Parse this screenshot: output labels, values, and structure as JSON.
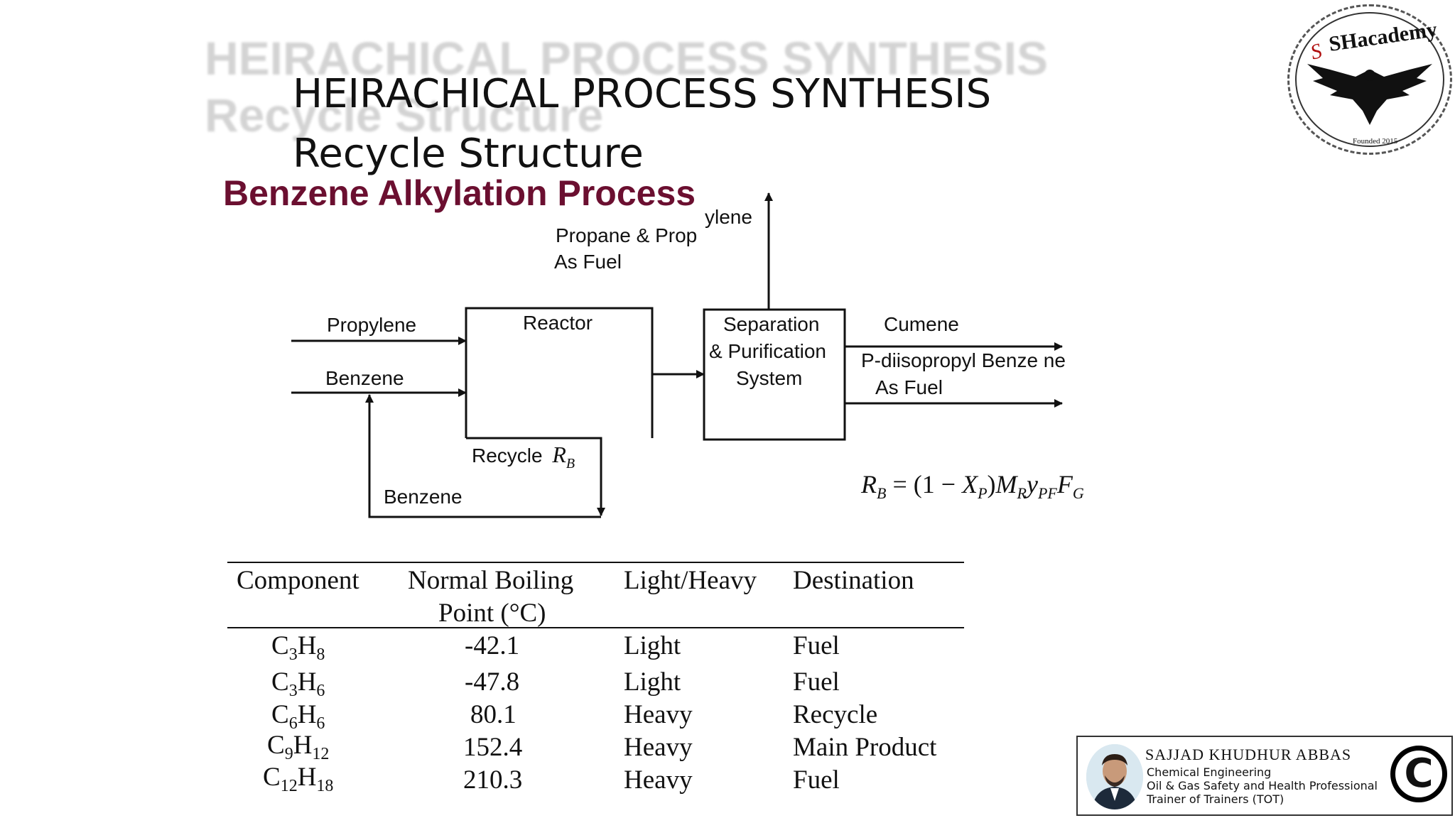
{
  "slide": {
    "ghost_line1": "HEIRACHICAL PROCESS SYNTHESIS",
    "ghost_line2": "Recycle Structure",
    "title": "HEIRACHICAL PROCESS SYNTHESIS",
    "subtitle": "Recycle Structure",
    "process_name": "Benzene Alkylation Process"
  },
  "diagram": {
    "top_stream_line1a": "Propane & Prop",
    "top_stream_line1b": "ylene",
    "top_stream_line2": "As Fuel",
    "feed1": "Propylene",
    "feed2": "Benzene",
    "reactor": "Reactor",
    "separator_line1": "Separation",
    "separator_line2": "& Purification",
    "separator_line3": "System",
    "product": "Cumene",
    "byproduct_line1": "P-diisopropyl Benze ne",
    "byproduct_line2": "As Fuel",
    "recycle_label": "Recycle",
    "recycle_symbol": "R",
    "recycle_sub": "B",
    "recycle_stream": "Benzene",
    "equation": "R_B = (1 − X_P) M_R y_PF F_G"
  },
  "table": {
    "headers": [
      "Component",
      "Normal Boiling",
      "Point (°C)",
      "Light/Heavy",
      "Destination"
    ],
    "rows": [
      {
        "c1": "C",
        "s1": "3",
        "c2": "H",
        "s2": "8",
        "bp": "-42.1",
        "lh": "Light",
        "dest": "Fuel"
      },
      {
        "c1": "C",
        "s1": "3",
        "c2": "H",
        "s2": "6",
        "bp": "-47.8",
        "lh": "Light",
        "dest": "Fuel"
      },
      {
        "c1": "C",
        "s1": "6",
        "c2": "H",
        "s2": "6",
        "bp": "80.1",
        "lh": "Heavy",
        "dest": "Recycle"
      },
      {
        "c1": "C",
        "s1": "9",
        "c2": "H",
        "s2": "12",
        "bp": "152.4",
        "lh": "Heavy",
        "dest": "Main Product"
      },
      {
        "c1": "C",
        "s1": "12",
        "c2": "H",
        "s2": "18",
        "bp": "210.3",
        "lh": "Heavy",
        "dest": "Fuel"
      }
    ]
  },
  "logo": {
    "brand": "SHacademy",
    "founded": "Founded 2015",
    "icon": "eagle-icon"
  },
  "presenter": {
    "name": "SAJJAD KHUDHUR ABBAS",
    "line1": "Chemical Engineering",
    "line2": "Oil & Gas Safety and Health Professional",
    "line3": "Trainer of Trainers (TOT)",
    "copyright_symbol": "C"
  },
  "colors": {
    "process_name": "#6b0f30"
  }
}
